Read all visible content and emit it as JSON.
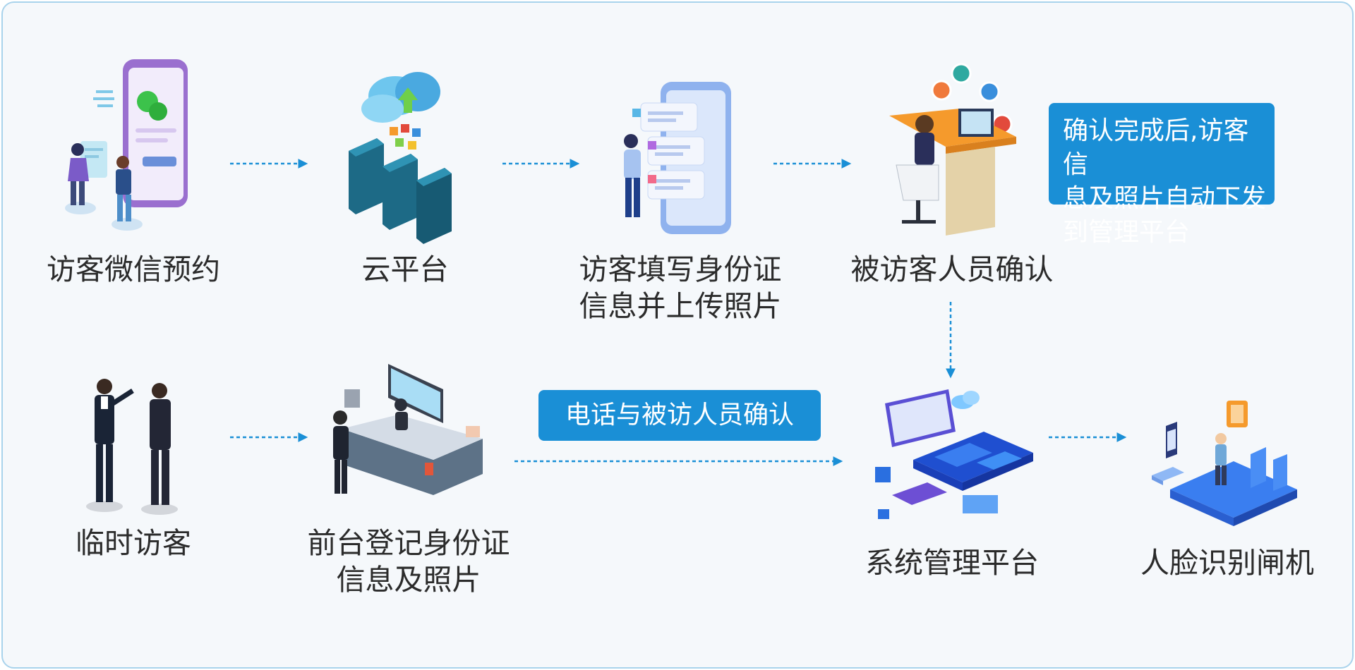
{
  "diagram": {
    "steps": {
      "wechat_booking": "访客微信预约",
      "cloud_platform": "云平台",
      "fill_id_info": [
        "访客填写身份证",
        "信息并上传照片"
      ],
      "host_confirm": "被访客人员确认",
      "temporary_visitor": "临时访客",
      "front_desk_register": [
        "前台登记身份证",
        "信息及照片"
      ],
      "management_platform": "系统管理平台",
      "face_gate": "人脸识别闸机"
    },
    "callouts": {
      "confirm_note": [
        "确认完成后,访客信",
        "息及照片自动下发",
        "到管理平台"
      ],
      "phone_confirm": "电话与被访人员确认"
    }
  },
  "colors": {
    "accent": "#1a8fd6",
    "arrow": "#1a8fd6",
    "border": "#a9d3ec",
    "background": "#f5f8fb",
    "text": "#2b2b2b"
  }
}
